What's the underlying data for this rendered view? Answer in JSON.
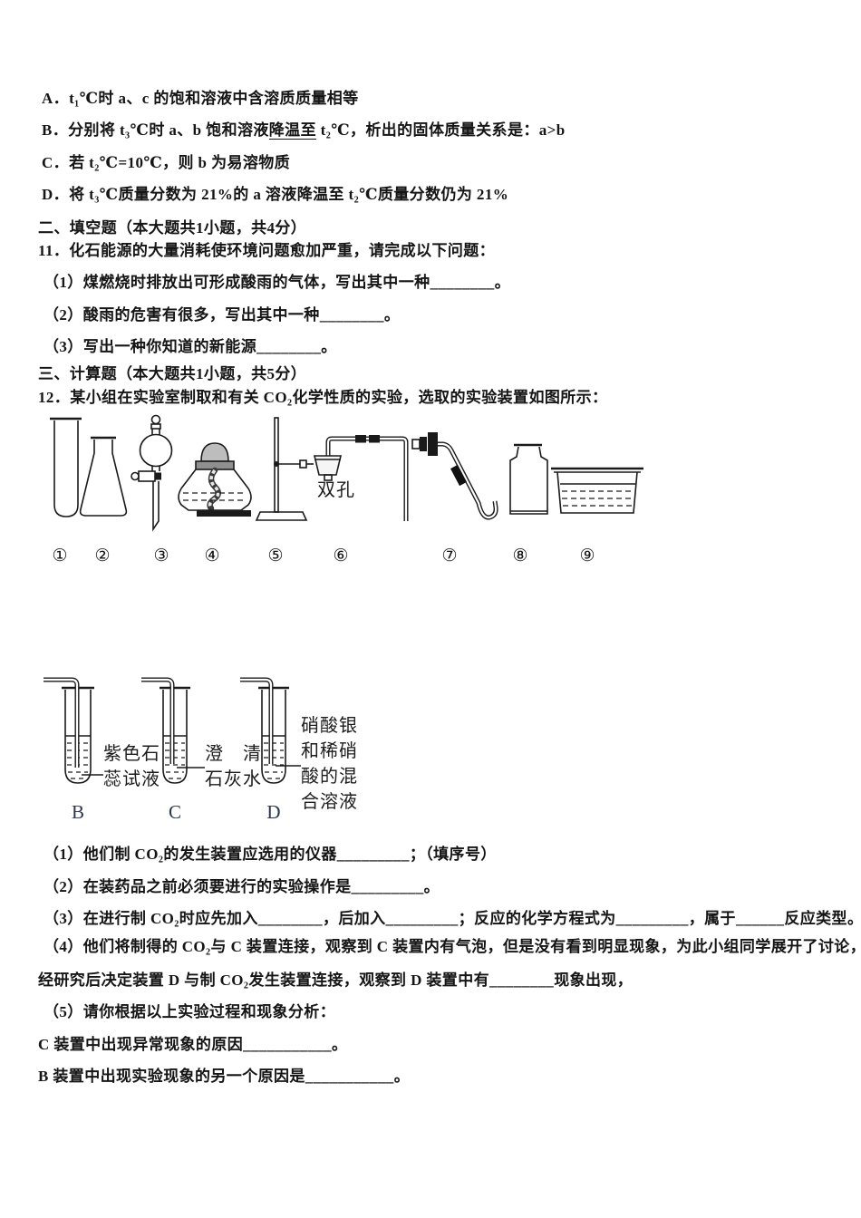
{
  "colors": {
    "ink": "#151515",
    "tube_letter": "#2a3550",
    "lamp_cap": "#bdbdbd"
  },
  "options": {
    "a": "A．t₁℃时 a、c 的饱和溶液中含溶质质量相等",
    "b_pre": "B．分别将 t₃℃时 a、b 饱和溶液",
    "b_mid": "降温至",
    "b_post": " t₂℃，析出的固体质量关系是：a>b",
    "c": "C．若 t₂℃=10℃，则 b 为易溶物质",
    "d": "D．将 t₃℃质量分数为 21%的 a 溶液降温至 t₂℃质量分数仍为 21%"
  },
  "section_fill": {
    "header": "二、填空题（本大题共1小题，共4分）",
    "q11_stem": "11．化石能源的大量消耗使环境问题愈加严重，请完成以下问题：",
    "q11_parts": [
      "（1）煤燃烧时排放出可形成酸雨的气体，写出其中一种________。",
      "（2）酸雨的危害有很多，写出其中一种________。",
      "（3）写出一种你知道的新能源________。"
    ]
  },
  "section_calc": {
    "header": "三、计算题（本大题共1小题，共5分）",
    "q12_stem": "12．某小组在实验室制取和有关 CO₂化学性质的实验，选取的实验装置如图所示：",
    "apparatus": {
      "labels": [
        "①",
        "②",
        "③",
        "④",
        "⑤",
        "⑥",
        "⑦",
        "⑧",
        "⑨"
      ],
      "note": "双孔"
    },
    "tubes_fig": {
      "tubes": [
        {
          "letter": "B",
          "reagent": "紫色石\n蕊试液"
        },
        {
          "letter": "C",
          "reagent": "澄　清\n石灰水"
        },
        {
          "letter": "D",
          "reagent": "硝酸银\n和稀硝\n酸的混\n合溶液"
        }
      ]
    },
    "q12_parts": {
      "p1": "（1）他们制 CO₂的发生装置应选用的仪器_________；（填序号）",
      "p2": "（2）在装药品之前必须要进行的实验操作是_________。",
      "p3": "（3）在进行制 CO₂时应先加入________，后加入_________；反应的化学方程式为_________，属于______反应类型。",
      "p4_line1": "（4）他们将制得的 CO₂与 C 装置连接，观察到 C 装置内有气泡，但是没有看到明显现象，为此小组同学展开了讨论，",
      "p4_line2": "经研究后决定装置 D 与制 CO₂发生装置连接，观察到 D 装置中有________现象出现，",
      "p5": "（5）请你根据以上实验过程和现象分析：",
      "p5_c": "C 装置中出现异常现象的原因___________。",
      "p5_b": "B 装置中出现实验现象的另一个原因是___________。"
    }
  }
}
